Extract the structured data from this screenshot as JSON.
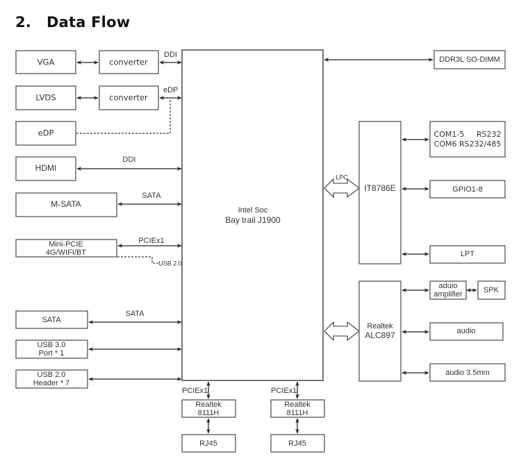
{
  "heading": {
    "number": "2.",
    "title": "Data Flow"
  },
  "soc": {
    "line1": "Intel Soc",
    "line2": "Bay trail J1900"
  },
  "left_devices": {
    "vga": "VGA",
    "converter_1": "converter",
    "lvds": "LVDS",
    "converter_2": "converter",
    "edp": "eDP",
    "hdmi": "HDMI",
    "msata": "M-SATA",
    "minipcie_line1": "Mini-PCIE",
    "minipcie_line2": "4G/WIFI/BT",
    "sata": "SATA",
    "usb3_line1": "USB 3.0",
    "usb3_line2": "Port * 1",
    "usb2_line1": "USB 2.0",
    "usb2_line2": "Header * 7"
  },
  "left_edge_labels": {
    "vga_bus": "DDI",
    "lvds_bus": "eDP",
    "hdmi_bus": "DDI",
    "msata_bus": "SATA",
    "minipcie_bus": "PCIEx1",
    "minipcie_usb": "USB 2.0",
    "sata_bus": "SATA"
  },
  "bottom_devices": {
    "lan1_bus": "PCIEx1",
    "lan1_line1": "Realtek",
    "lan1_line2": "8111H",
    "rj45_1": "RJ45",
    "lan2_bus": "PCIEx1",
    "lan2_line1": "Realtek",
    "lan2_line2": "8111H",
    "rj45_2": "RJ45"
  },
  "right_devices": {
    "memory": "DDR3L SO-DIMM",
    "lpc_label": "LPC",
    "superio": "IT8786E",
    "com_line1": "COM1-5     RS232",
    "com_line2": "COM6 RS232/485",
    "gpio": "GPIO1-8",
    "lpt": "LPT",
    "codec_line1": "Realtek",
    "codec_line2": "ALC897",
    "amp_line1": "aduio",
    "amp_line2": "amplifier",
    "spk": "SPK",
    "audio": "audio",
    "audio35": "audio 3.5mm"
  }
}
